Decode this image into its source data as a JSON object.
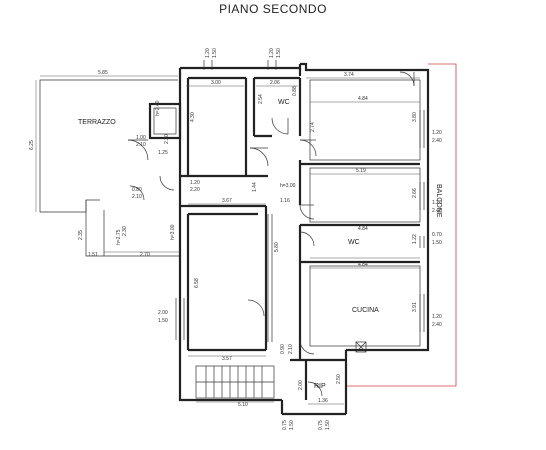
{
  "title": "PIANO SECONDO",
  "rooms": {
    "terrazzo": "TERRAZZO",
    "wc_top": "WC",
    "balcone": "BALCONE",
    "wc_mid": "WC",
    "cucina": "CUCINA",
    "rip": "RIP"
  },
  "heights": {
    "h_terrazzo": "h=2.40",
    "h_corridor": "h=3.00",
    "h_left": "h=2.75",
    "h_room": "h=3.00"
  },
  "dims": {
    "d585": "5.85",
    "d625": "6.25",
    "d120a": "1.20",
    "d150a": "1.50",
    "d120b": "1.20",
    "d150b": "1.50",
    "d300": "3.00",
    "d206": "2.06",
    "d374": "3.74",
    "d430": "4.30",
    "d254": "2.54",
    "d088": "0.88",
    "d484a": "4.84",
    "d100": "1.00",
    "d210a": "2.10",
    "d220": "2.20",
    "d125": "1.25",
    "d274": "2.74",
    "d380": "3.80",
    "d120c": "1.20",
    "d240a": "2.40",
    "d519": "5.19",
    "d120d": "1.20",
    "d220b": "2.20",
    "d144": "1.44",
    "d080": "0.80",
    "d210b": "2.10",
    "d367": "3.67",
    "d116": "1.16",
    "d266": "2.66",
    "d120e": "1.20",
    "d240b": "2.40",
    "d235": "2.35",
    "d230": "2.30",
    "d270": "2.70",
    "d151": "1.51",
    "d484b": "4.84",
    "d122": "1.22",
    "d070": "0.70",
    "d150c": "1.50",
    "d484c": "4.84",
    "d658": "6.58",
    "d580": "5.80",
    "d200": "2.00",
    "d150d": "1.50",
    "d391": "3.91",
    "d120f": "1.20",
    "d240c": "2.40",
    "d357": "3.57",
    "d090": "0.90",
    "d210c": "2.10",
    "d200b": "2.00",
    "d250": "2.50",
    "d510": "5.10",
    "d136": "1.36",
    "d075a": "0.75",
    "d150e": "1.50",
    "d075b": "0.75",
    "d150f": "1.50"
  },
  "colors": {
    "wall": "#222222",
    "boundary": "#cc4444"
  }
}
